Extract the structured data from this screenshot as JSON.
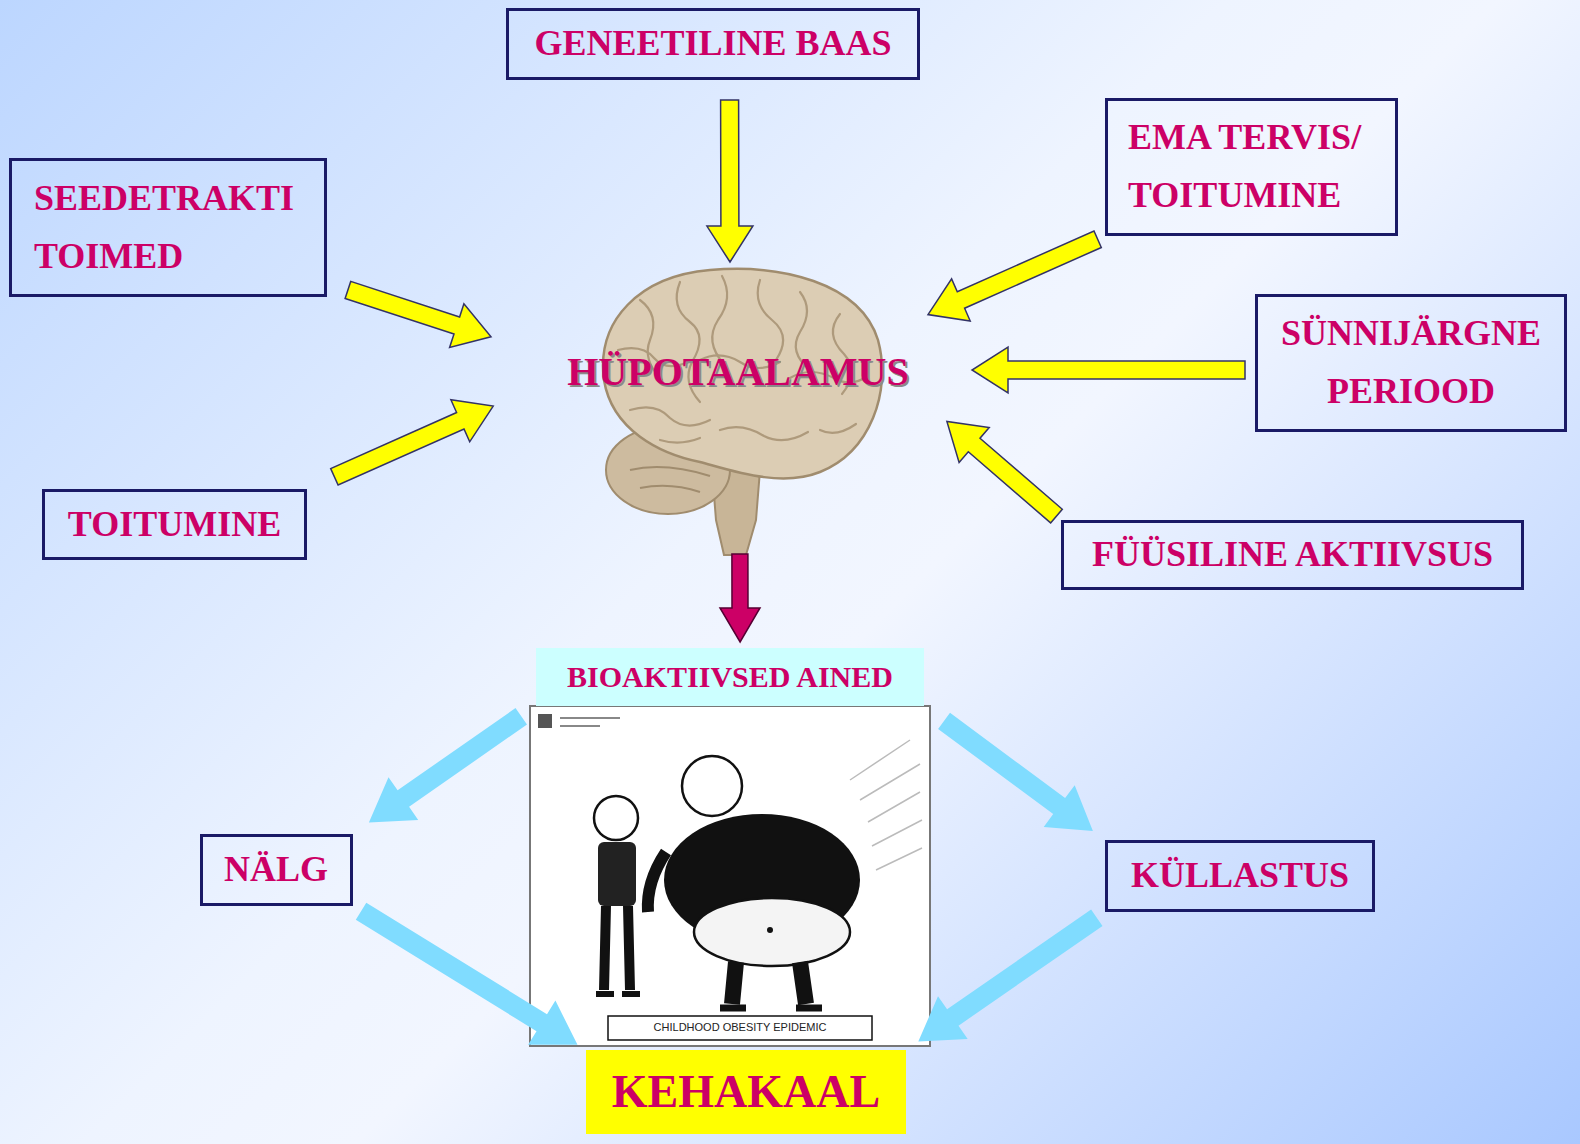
{
  "diagram": {
    "nodes": [
      {
        "text": [
          "GENEETILINE BAAS"
        ]
      },
      {
        "text": [
          "EMA TERVIS/ TOITUMINE"
        ]
      },
      {
        "text": [
          "SEEDETRAKTI TOIMED"
        ]
      },
      {
        "text": [
          "SÜNNIJÄRGNE PERIOOD"
        ]
      },
      {
        "text": [
          "HÜPOTAALAMUS"
        ]
      },
      {
        "text": [
          "TOITUMINE"
        ]
      },
      {
        "text": [
          "FÜÜSILINE AKTIIVSUS"
        ]
      },
      {
        "text": [
          "BIOAKTIIVSED AINED"
        ]
      },
      {
        "text": [
          "NÄLG"
        ]
      },
      {
        "text": [
          "KÜLLASTUS"
        ]
      },
      {
        "text": [
          "KEHAKAAL"
        ]
      }
    ],
    "edges": [
      {
        "from": 0,
        "to": 4,
        "arrow": "to"
      },
      {
        "from": 1,
        "to": 4,
        "arrow": "to"
      },
      {
        "from": 2,
        "to": 4,
        "arrow": "to"
      },
      {
        "from": 3,
        "to": 4,
        "arrow": "to"
      },
      {
        "from": 5,
        "to": 4,
        "arrow": "to"
      },
      {
        "from": 6,
        "to": 4,
        "arrow": "to"
      },
      {
        "from": 4,
        "to": 7,
        "arrow": "to"
      },
      {
        "from": 7,
        "to": 8,
        "arrow": "to"
      },
      {
        "from": 7,
        "to": 9,
        "arrow": "to"
      },
      {
        "from": 8,
        "to": 10,
        "arrow": "to"
      },
      {
        "from": 9,
        "to": 10,
        "arrow": "to"
      }
    ],
    "labels": [
      "CHILDHOOD OBESITY EPIDEMIC"
    ]
  }
}
